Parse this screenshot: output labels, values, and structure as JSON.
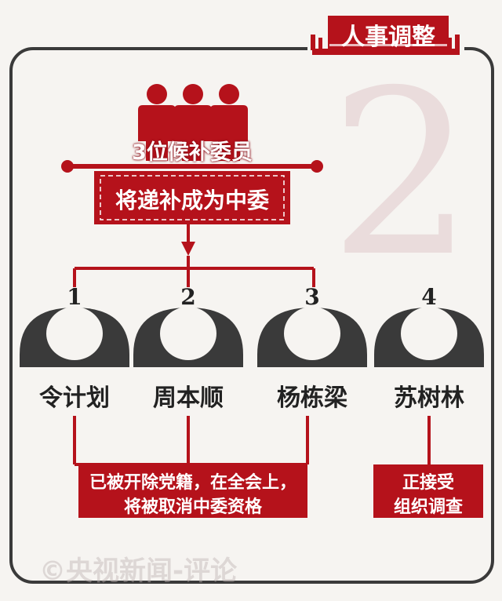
{
  "header": {
    "title": "人事调整",
    "big_number": "2"
  },
  "group": {
    "label": "3位候补委员",
    "action": "将递补成为中委"
  },
  "people": [
    {
      "index": "1",
      "name": "令计划"
    },
    {
      "index": "2",
      "name": "周本顺"
    },
    {
      "index": "3",
      "name": "杨栋梁"
    },
    {
      "index": "4",
      "name": "苏树林"
    }
  ],
  "notes": {
    "expelled_line1": "已被开除党籍，在全会上，",
    "expelled_line2": "将被取消中委资格",
    "investigation_line1": "正接受",
    "investigation_line2": "组织调查"
  },
  "watermark": "©央视新闻-评论",
  "colors": {
    "accent_red": "#b5121b",
    "dark_red": "#8b0d16",
    "head_gray": "#3a3a3a",
    "background": "#f6f4f1",
    "big_number_pink": "#eadcdc"
  }
}
